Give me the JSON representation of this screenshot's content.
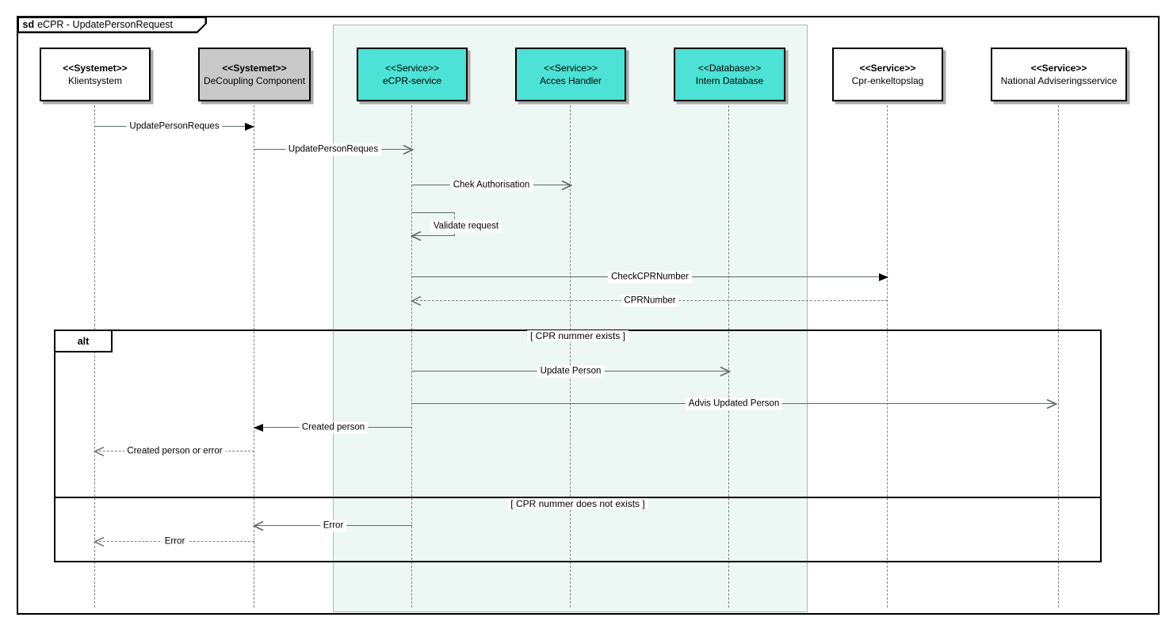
{
  "diagram": {
    "frame_keyword": "sd",
    "frame_title": "eCPR - UpdatePersonRequest",
    "type": "uml-sequence-diagram"
  },
  "participants": [
    {
      "stereotype": "<<Systemet>>",
      "name": "Klientsystem",
      "fill": "white"
    },
    {
      "stereotype": "<<Systemet>>",
      "name": "DeCoupling Component",
      "fill": "gray"
    },
    {
      "stereotype": "<<Service>>",
      "name": "eCPR-service",
      "fill": "teal"
    },
    {
      "stereotype": "<<Service>>",
      "name": "Acces Handler",
      "fill": "teal"
    },
    {
      "stereotype": "<<Database>>",
      "name": "Intern Database",
      "fill": "teal"
    },
    {
      "stereotype": "<<Service>>",
      "name": "Cpr-enkeltopslag",
      "fill": "white"
    },
    {
      "stereotype": "<<Service>>",
      "name": "National Adviseringsservice",
      "fill": "white"
    }
  ],
  "messages": [
    {
      "label": "UpdatePersonReques",
      "from": "Klientsystem",
      "to": "DeCoupling Component",
      "line": "solid",
      "arrow": "filled"
    },
    {
      "label": "UpdatePersonReques",
      "from": "DeCoupling Component",
      "to": "eCPR-service",
      "line": "solid",
      "arrow": "open"
    },
    {
      "label": "Chek Authorisation",
      "from": "eCPR-service",
      "to": "Acces Handler",
      "line": "solid",
      "arrow": "open"
    },
    {
      "label": "Validate request",
      "from": "eCPR-service",
      "to": "eCPR-service",
      "line": "solid",
      "arrow": "open",
      "kind": "self"
    },
    {
      "label": "CheckCPRNumber",
      "from": "eCPR-service",
      "to": "Cpr-enkeltopslag",
      "line": "solid",
      "arrow": "filled"
    },
    {
      "label": "CPRNumber",
      "from": "Cpr-enkeltopslag",
      "to": "eCPR-service",
      "line": "dashed",
      "arrow": "open"
    },
    {
      "label": "Update Person",
      "from": "eCPR-service",
      "to": "Intern Database",
      "line": "solid",
      "arrow": "open"
    },
    {
      "label": "Advis Updated Person",
      "from": "eCPR-service",
      "to": "National Adviseringsservice",
      "line": "solid",
      "arrow": "open"
    },
    {
      "label": "Created person",
      "from": "eCPR-service",
      "to": "DeCoupling Component",
      "line": "solid",
      "arrow": "filled"
    },
    {
      "label": "Created person or error",
      "from": "DeCoupling Component",
      "to": "Klientsystem",
      "line": "dashed",
      "arrow": "open"
    },
    {
      "label": "Error",
      "from": "eCPR-service",
      "to": "DeCoupling Component",
      "line": "solid",
      "arrow": "open"
    },
    {
      "label": "Error",
      "from": "DeCoupling Component",
      "to": "Klientsystem",
      "line": "dashed",
      "arrow": "open"
    }
  ],
  "alt": {
    "operator": "alt",
    "guard_true": "[ CPR nummer exists ]",
    "guard_false": "[ CPR nummer does not exists ]"
  },
  "colors": {
    "teal": "#4ce2d5",
    "region-bg": "#edf7f4",
    "region-border": "#a9bab5",
    "graybox": "#c9c9c9",
    "shadow": "#a9a9a9",
    "line": "#5c6b6b",
    "line-dash": "#787f7f",
    "lifeline": "#828282"
  }
}
